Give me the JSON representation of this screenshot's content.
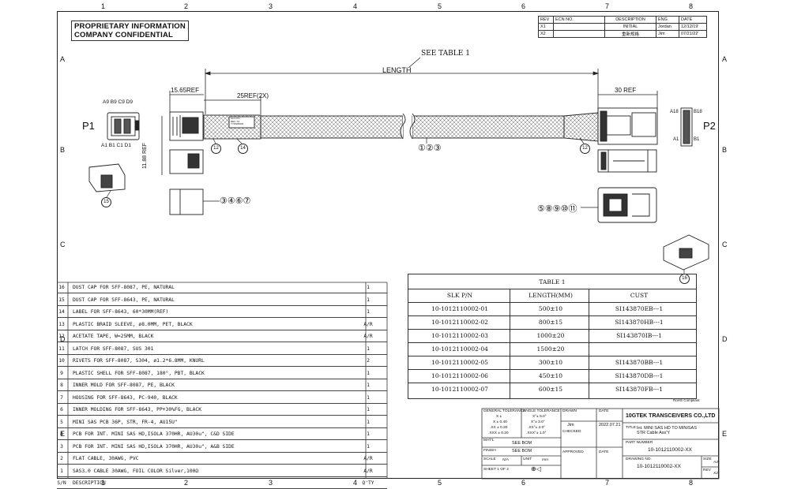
{
  "zones_top": [
    "1",
    "2",
    "3",
    "4",
    "5",
    "6",
    "7",
    "8"
  ],
  "zones_side": [
    "A",
    "B",
    "C",
    "D",
    "E"
  ],
  "proprietary": [
    "PROPRIETARY INFORMATION",
    "COMPANY CONFIDENTIAL"
  ],
  "revision": {
    "headers": [
      "REV",
      "ECN NO.",
      "DESCRIPTION",
      "ENG",
      "DATE"
    ],
    "rows": [
      [
        "X1",
        "",
        "INITIAL",
        "Jordan",
        "12/12/19'"
      ],
      [
        "X2",
        "",
        "重新规格",
        "Jim",
        "07/21/22'"
      ]
    ]
  },
  "drawing": {
    "see_table": "SEE TABLE 1",
    "length": "LENGTH",
    "dim_1565": "15.65REF",
    "dim_25": "25REF(2X)",
    "dim_30": "30 REF",
    "dim_1188": "11.88 REF",
    "p1": "P1",
    "p2": "P2",
    "pins_p1_top": "A9 B9  C9 D9",
    "pins_p1_bot": "A1  B1  C1 D1",
    "pins_p2_top1": "A18",
    "pins_p2_top2": "B18",
    "pins_p2_bot1": "A1",
    "pins_p2_bot2": "B1",
    "label_text": "SLK P/N\nREV. X2\nYYWW0000",
    "callouts": [
      "12",
      "14",
      "①②③",
      "12",
      "15",
      "③④⑥⑦",
      "⑤⑧⑨⑩⑪",
      "16"
    ]
  },
  "bom": {
    "rows": [
      {
        "num": "16",
        "desc": "DUST CAP FOR SFF-8087, PE, NATURAL",
        "qty": "1"
      },
      {
        "num": "15",
        "desc": "DUST CAP FOR SFF-8643, PE, NATURAL",
        "qty": "1"
      },
      {
        "num": "14",
        "desc": "LABEL FOR SFF-8643, 60*30MM(REF)",
        "qty": "1"
      },
      {
        "num": "13",
        "desc": "PLASTIC BRAID SLEEVE, ø8.0MM, PET, BLACK",
        "qty": "A/R"
      },
      {
        "num": "12",
        "desc": "ACETATE TAPE, W=25MM, BLACK",
        "qty": "A/R"
      },
      {
        "num": "11",
        "desc": "LATCH FOR SFF-8087, SUS 301",
        "qty": "1"
      },
      {
        "num": "10",
        "desc": "RIVETS FOR SFF-8087, S304, ø1.2*6.8MM, KNURL",
        "qty": "2"
      },
      {
        "num": "9",
        "desc": "PLASTIC SHELL FOR SFF-8087, 180°, PBT, BLACK",
        "qty": "1"
      },
      {
        "num": "8",
        "desc": "INNER MOLD FOR SFF-8087, PE, BLACK",
        "qty": "1"
      },
      {
        "num": "7",
        "desc": "HOUSING FOR SFF-8643, PC-940, BLACK",
        "qty": "1"
      },
      {
        "num": "6",
        "desc": "INNER MOLDING FOR SFF-8643, PP+30%FG, BLACK",
        "qty": "1"
      },
      {
        "num": "5",
        "desc": "MINI SAS PCB 36P, STR, FR-4, AU15U\"",
        "qty": "1"
      },
      {
        "num": "4",
        "desc": "PCB FOR INT. MINI SAS HD,ISOLA 370HR, AU30u\", C&D SIDE",
        "qty": "1"
      },
      {
        "num": "3",
        "desc": "PCB FOR INT. MINI SAS HD,ISOLA 370HR, AU30u\", A&B SIDE",
        "qty": "1"
      },
      {
        "num": "2",
        "desc": "FLAT CABLE, 30AWG, PVC",
        "qty": "A/R"
      },
      {
        "num": "1",
        "desc": "SAS3.0 CABLE 30AWG, FOIL COLOR Silver,100Ω",
        "qty": "A/R"
      }
    ],
    "footer": {
      "num": "S/N",
      "desc": "DESCRIPTION",
      "qty": "Q'TY"
    }
  },
  "table1": {
    "title": "TABLE 1",
    "headers": [
      "SLK P/N",
      "LENGTH(MM)",
      "CUST"
    ],
    "rows": [
      [
        "10-1012110002-01",
        "500±10",
        "SI143870EB---1"
      ],
      [
        "10-1012110002-02",
        "800±15",
        "SI143870HB---1"
      ],
      [
        "10-1012110002-03",
        "1000±20",
        "SI143870IB---1"
      ],
      [
        "10-1012110002-04",
        "1500±20",
        ""
      ],
      [
        "10-1012110002-05",
        "300±10",
        "SI143870BB---1"
      ],
      [
        "10-1012110002-06",
        "450±10",
        "SI143870DB---1"
      ],
      [
        "10-1012110002-07",
        "600±15",
        "SI143870FB---1"
      ]
    ]
  },
  "rohs": "RoHS Compliant",
  "titleblock": {
    "gen_tol": "GENERAL TOLERANCE",
    "gen_tol_rows": [
      "X ±",
      "X ± 0.40",
      ".XX ± 0.30",
      ".XXX ± 0.20"
    ],
    "ang_tol": "ANGLE TOLERANCE",
    "ang_tol_rows": [
      "X°± 5.0°",
      "X°± 3.0°",
      ".XX°± 2.0°",
      ".XXX°± 1.0°"
    ],
    "matl": "MAT'L",
    "matl_val": "SEE BOM",
    "finish": "FINISH",
    "finish_val": "SEE BOM",
    "scale": "SCALE",
    "scale_val": "N/A",
    "unit": "UNIT",
    "unit_val": "mm",
    "sheet": "SHEET 1 OF 2",
    "drawn": "DRAWN",
    "drawn_by": "Jim",
    "date": "DATE",
    "drawn_date": "2022.07.21",
    "checked": "CHECKED",
    "approved": "APPROVED",
    "company": "10GTEK TRANSCEIVERS CO.,LTD",
    "title_lbl": "TITLE",
    "title_val": "Int. MINI SAS HD TO MINISAS STR Cable Ass'Y",
    "part_lbl": "PART NUMBER",
    "part_val": "10-1012110002-XX",
    "dwg_lbl": "DRAWING NO.",
    "dwg_val": "10-1012110002-XX",
    "size_lbl": "SIZE",
    "size_val": "A4",
    "rev_lbl": "REV",
    "rev_val": "X2"
  }
}
